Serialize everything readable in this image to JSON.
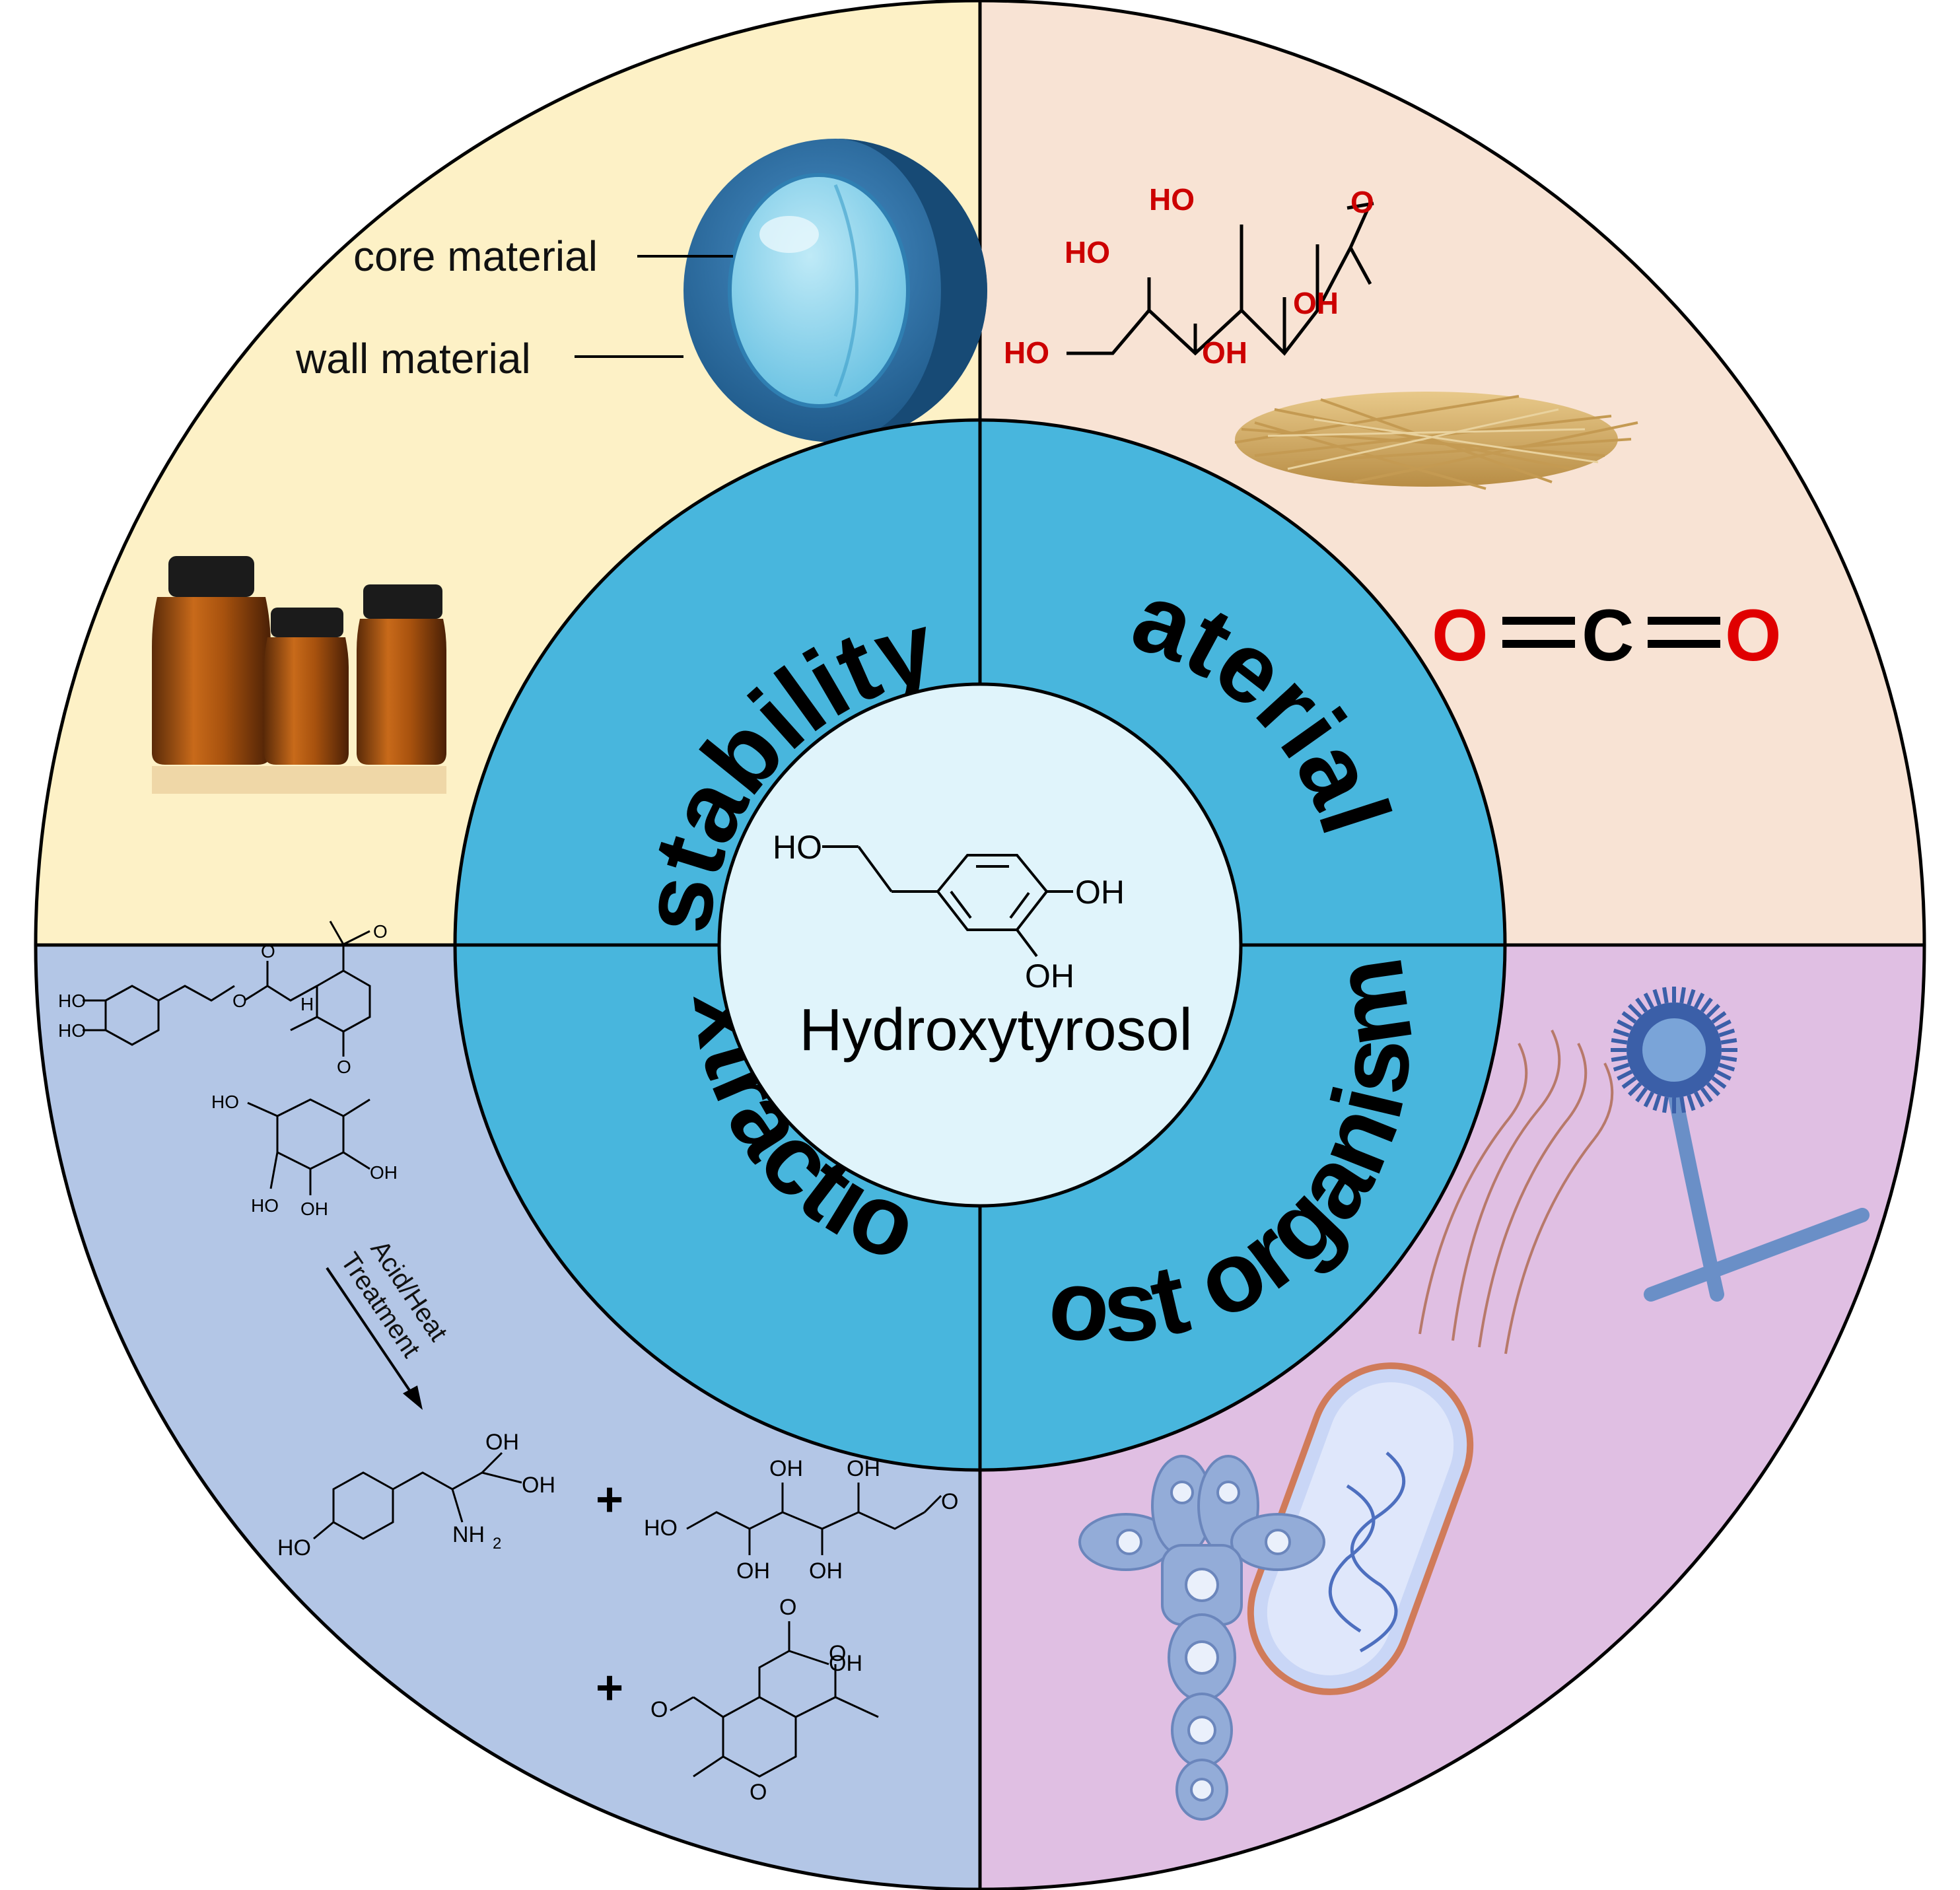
{
  "center": {
    "title": "Hydroxytyrosol",
    "substituent_ho": "HO",
    "substituent_oh1": "OH",
    "substituent_oh2": "OH"
  },
  "sectors": {
    "stability": {
      "label": "stability",
      "core_label": "core material",
      "wall_label": "wall material"
    },
    "materials": {
      "label": "materials",
      "co2_o1": "O",
      "co2_c": "C",
      "co2_o2": "O",
      "sugar_oh": [
        "HO",
        "HO",
        "OH",
        "OH",
        "HO"
      ],
      "sugar_o": "O"
    },
    "extraction": {
      "label": "Extraction",
      "arrow_line1": "Acid/Heat",
      "arrow_line2": "Treatment",
      "plus": "+",
      "oleu_texts": [
        "HO",
        "HO",
        "O",
        "O",
        "O",
        "H",
        "O",
        "HO",
        "OH",
        "OH",
        "HO"
      ],
      "tyr_texts": [
        "OH",
        "OH",
        "HO",
        "NH",
        "2"
      ],
      "sug_texts": [
        "OH",
        "OH",
        "HO",
        "OH",
        "OH",
        "O"
      ],
      "acid_texts": [
        "O",
        "OH",
        "O",
        "O",
        "O"
      ]
    },
    "host": {
      "label": "host organisms"
    }
  },
  "colors": {
    "stability_bg": "#fdf1c6",
    "materials_bg": "#f8e3d4",
    "extraction_bg": "#b3c6e6",
    "host_bg": "#e0bfe3",
    "ring": "#48b6dd",
    "center": "#e0f4fb",
    "red_chem": "#cc0000"
  }
}
